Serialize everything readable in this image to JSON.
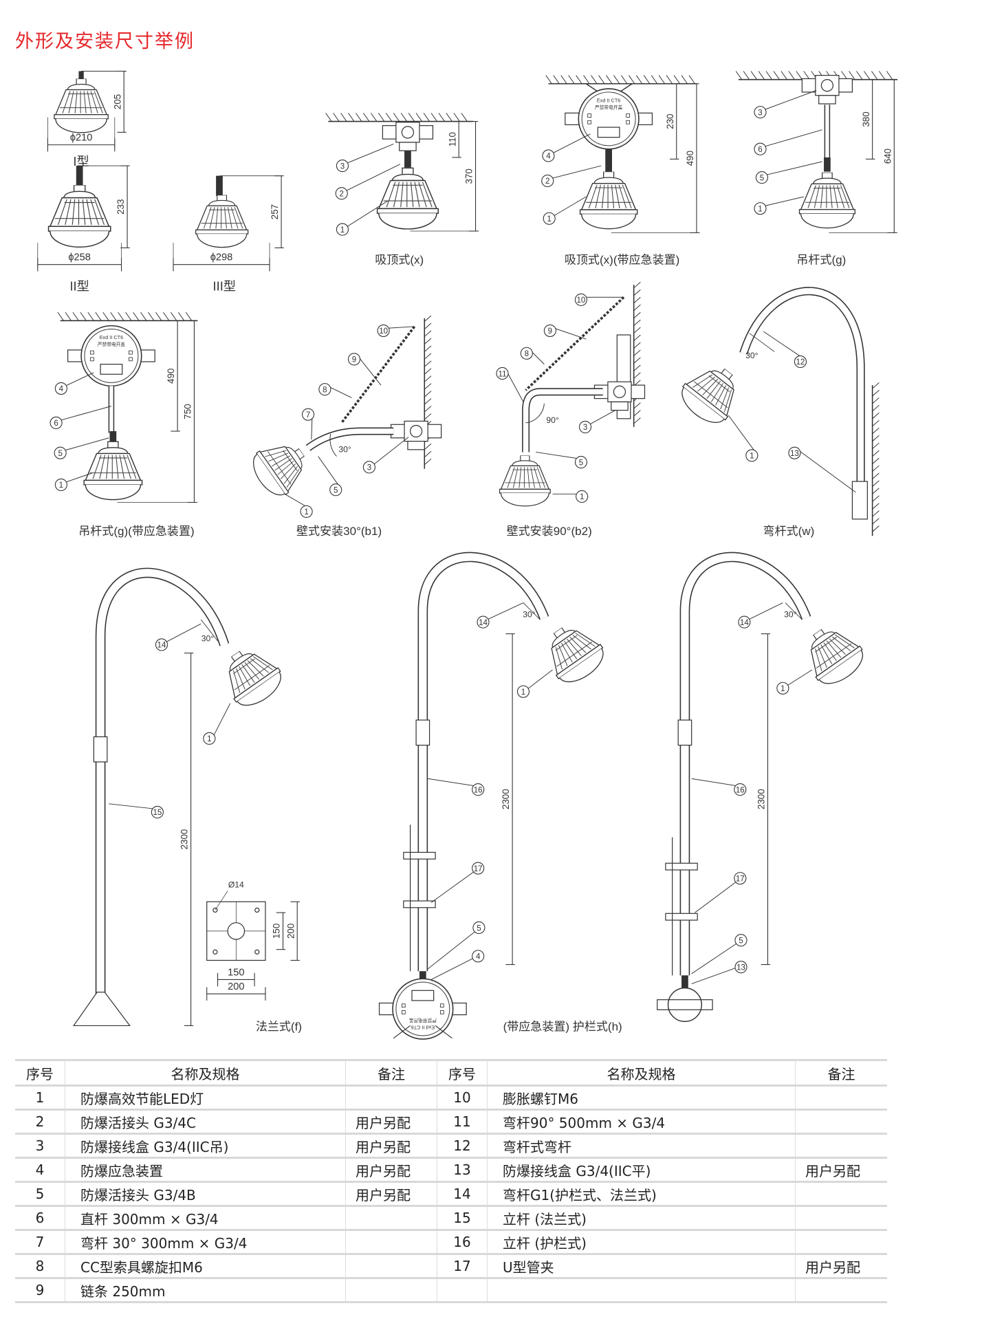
{
  "title": "外形及安装尺寸举例",
  "figures": {
    "type1": {
      "caption": "I型",
      "height": "205",
      "diameter": "ϕ210"
    },
    "type2": {
      "caption": "II型",
      "height": "233",
      "diameter": "ϕ258"
    },
    "type3": {
      "caption": "III型",
      "height": "257",
      "diameter": "ϕ298"
    },
    "ceiling": {
      "caption": "吸顶式(x)",
      "dims": [
        "110",
        "370"
      ],
      "callouts": [
        "3",
        "2",
        "1"
      ]
    },
    "ceiling_emergency": {
      "caption": "吸顶式(x)(带应急装置)",
      "dims": [
        "230",
        "490"
      ],
      "callouts": [
        "4",
        "2",
        "1"
      ],
      "box_marking": [
        "Exd II CT6",
        "严禁带电开盖"
      ]
    },
    "pendant": {
      "caption": "吊杆式(g)",
      "dims": [
        "380",
        "640"
      ],
      "callouts": [
        "3",
        "6",
        "5",
        "1"
      ]
    },
    "pendant_emergency": {
      "caption": "吊杆式(g)(带应急装置)",
      "dims": [
        "490",
        "750"
      ],
      "callouts": [
        "4",
        "6",
        "5",
        "1"
      ],
      "box_marking": [
        "Exd II CT6",
        "严禁带电开盖"
      ]
    },
    "wall30": {
      "caption": "壁式安装30°(b1)",
      "angle": "30°",
      "callouts": [
        "10",
        "9",
        "8",
        "7",
        "5",
        "3",
        "1"
      ]
    },
    "wall90": {
      "caption": "壁式安装90°(b2)",
      "angle": "90°",
      "callouts": [
        "10",
        "9",
        "8",
        "11",
        "3",
        "5",
        "1"
      ]
    },
    "bent": {
      "caption": "弯杆式(w)",
      "angle": "30°",
      "callouts": [
        "12",
        "1",
        "13"
      ]
    },
    "flange": {
      "caption": "法兰式(f)",
      "angle": "30°",
      "height": "2300",
      "callouts": [
        "14",
        "1",
        "15"
      ],
      "plate": {
        "hole": "Ø14",
        "inner_v": "150",
        "outer_v": "200",
        "inner_h": "150",
        "outer_h": "200"
      }
    },
    "guardrail_emergency": {
      "angle": "30°",
      "height": "2300",
      "callouts": [
        "14",
        "1",
        "16",
        "17",
        "5",
        "4"
      ],
      "box_marking": [
        "Exd II CT6",
        "严禁带电开盖"
      ]
    },
    "guardrail": {
      "angle": "30°",
      "height": "2300",
      "callouts": [
        "14",
        "1",
        "16",
        "17",
        "5",
        "13"
      ]
    },
    "guardrail_caption": "(带应急装置) 护栏式(h)"
  },
  "table": {
    "headers": [
      "序号",
      "名称及规格",
      "备注",
      "序号",
      "名称及规格",
      "备注"
    ],
    "rows": [
      [
        "1",
        "防爆高效节能LED灯",
        "",
        "10",
        "膨胀螺钉M6",
        ""
      ],
      [
        "2",
        "防爆活接头 G3/4C",
        "用户另配",
        "11",
        "弯杆90° 500mm × G3/4",
        ""
      ],
      [
        "3",
        "防爆接线盒 G3/4(IIC吊)",
        "用户另配",
        "12",
        "弯杆式弯杆",
        ""
      ],
      [
        "4",
        "防爆应急装置",
        "用户另配",
        "13",
        "防爆接线盒 G3/4(IIC平)",
        "用户另配"
      ],
      [
        "5",
        "防爆活接头 G3/4B",
        "用户另配",
        "14",
        "弯杆G1(护栏式、法兰式)",
        ""
      ],
      [
        "6",
        "直杆 300mm × G3/4",
        "",
        "15",
        "立杆 (法兰式)",
        ""
      ],
      [
        "7",
        "弯杆 30° 300mm × G3/4",
        "",
        "16",
        "立杆 (护栏式)",
        ""
      ],
      [
        "8",
        "CC型索具螺旋扣M6",
        "",
        "17",
        "U型管夹",
        "用户另配"
      ],
      [
        "9",
        "链条 250mm",
        "",
        "",
        "",
        ""
      ]
    ]
  }
}
